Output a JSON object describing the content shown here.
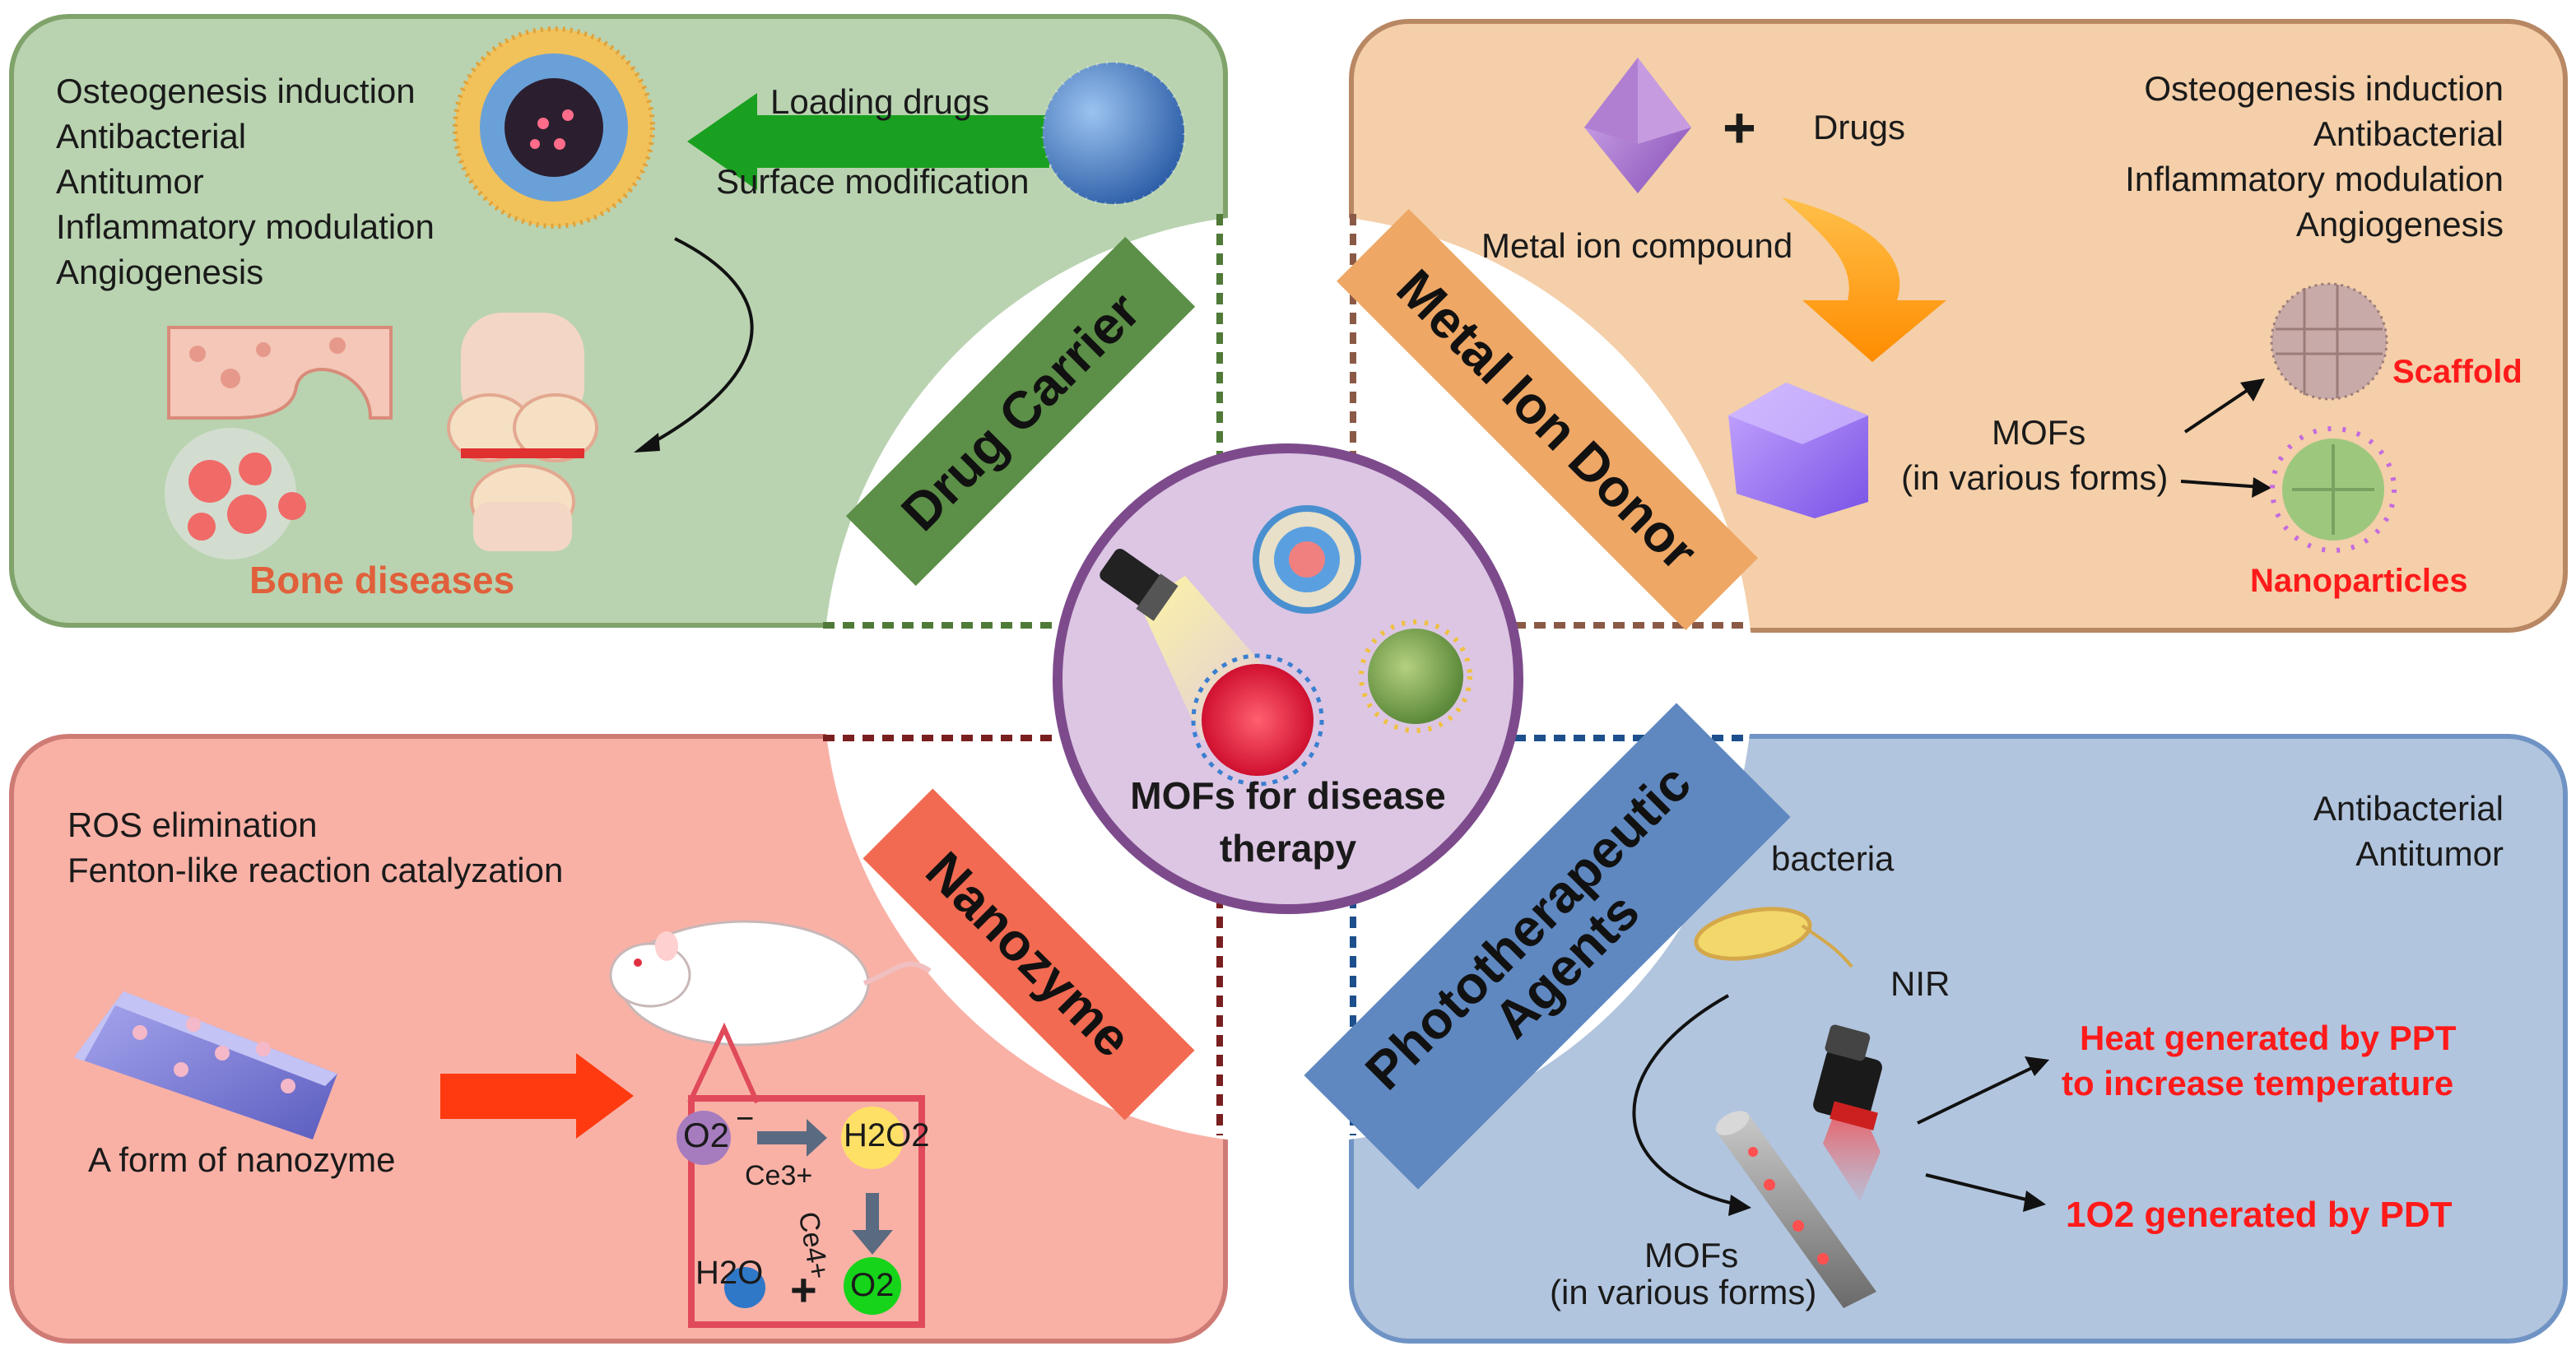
{
  "center": {
    "title_line1": "MOFs for disease",
    "title_line2": "therapy"
  },
  "drug_carrier": {
    "tag": "Drug Carrier",
    "applications": [
      "Osteogenesis induction",
      "Antibacterial",
      "Antitumor",
      "Inflammatory modulation",
      "Angiogenesis"
    ],
    "arrow_top": "Loading drugs",
    "arrow_bottom": "Surface modification",
    "target": "Bone diseases"
  },
  "metal_ion_donor": {
    "tag": "Metal Ion Donor",
    "plus": "+",
    "drugs": "Drugs",
    "compound": "Metal ion compound",
    "mofs_line1": "MOFs",
    "mofs_line2": "(in various forms)",
    "scaffold": "Scaffold",
    "nanoparticles": "Nanoparticles",
    "applications": [
      "Osteogenesis induction",
      "Antibacterial",
      "Inflammatory modulation",
      "Angiogenesis"
    ]
  },
  "nanozyme": {
    "tag": "Nanozyme",
    "functions": [
      "ROS elimination",
      "Fenton-like reaction catalyzation"
    ],
    "form_label": "A form of nanozyme",
    "o2_minus": "O2",
    "minus": "−",
    "h2o2": "H2O2",
    "ce3": "Ce3+",
    "ce4": "Ce4+",
    "h2o": "H2O",
    "plus": "+",
    "o2": "O2"
  },
  "phototherapeutic": {
    "tag_line1": "Phototherapeutic",
    "tag_line2": "Agents",
    "applications": [
      "Antibacterial",
      "Antitumor"
    ],
    "bacteria": "bacteria",
    "nir": "NIR",
    "mofs_line1": "MOFs",
    "mofs_line2": "(in various forms)",
    "ppt_line1": "Heat generated by PPT",
    "ppt_line2": "to increase temperature",
    "pdt": "1O2 generated by PDT"
  },
  "colors": {
    "green_panel": "#b9d3b0",
    "green_border": "#7fa36a",
    "orange_panel": "#f4cfa9",
    "orange_border": "#b88763",
    "red_panel": "#f9b1a6",
    "red_border": "#cf7b75",
    "blue_panel": "#b2c5de",
    "blue_border": "#6f93c4",
    "tag_green": "#5c8f47",
    "tag_orange": "#eea765",
    "tag_red": "#f16a51",
    "tag_blue": "#5f88c0",
    "center_fill": "#dcc6e3",
    "center_border": "#7d4b8c",
    "accent_red": "#ff1a1a"
  }
}
